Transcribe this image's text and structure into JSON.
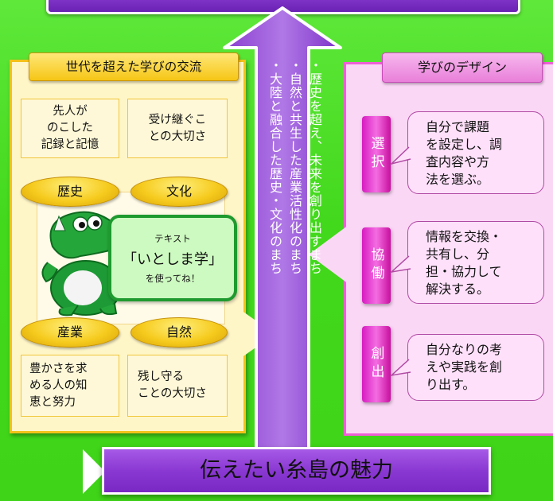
{
  "left_section": {
    "title": "世代を超えた学びの交流",
    "cards": {
      "top_left": [
        "先人が",
        "のこした",
        "記録と記憶"
      ],
      "top_right": [
        "受け継ぐこ",
        "との大切さ"
      ],
      "bottom_left": [
        "豊かさを求",
        "める人の知",
        "恵と努力"
      ],
      "bottom_right": [
        "残し守る",
        "ことの大切さ"
      ]
    },
    "pills": {
      "history": "歴史",
      "culture": "文化",
      "industry": "産業",
      "nature": "自然"
    },
    "bubble": {
      "line1": "テキスト",
      "line2": "「いとしま学」",
      "line3": "を使ってね！"
    }
  },
  "center_arrow": {
    "lines": [
      "・歴史を超え、未来を創り出すまち",
      "・自然と共生した産業活性化のまち",
      "・大陸と融合した歴史・文化のまち"
    ]
  },
  "right_section": {
    "title": "学びのデザイン",
    "items": [
      {
        "tab": "選択",
        "lines": [
          "自分で課題",
          "を設定し、調",
          "査内容や方",
          "法を選ぶ。"
        ]
      },
      {
        "tab": "協働",
        "lines": [
          "情報を交換・",
          "共有し、分",
          "担・協力して",
          "解決する。"
        ]
      },
      {
        "tab": "創出",
        "lines": [
          "自分なりの考",
          "えや実践を創",
          "り出す。"
        ]
      }
    ]
  },
  "bottom_banner": {
    "text": "伝えたい糸島の魅力"
  },
  "colors": {
    "background": "#42d81c",
    "purple": "#8a38d2",
    "yellow": "#f6c616",
    "pink": "#ee5fd5"
  }
}
